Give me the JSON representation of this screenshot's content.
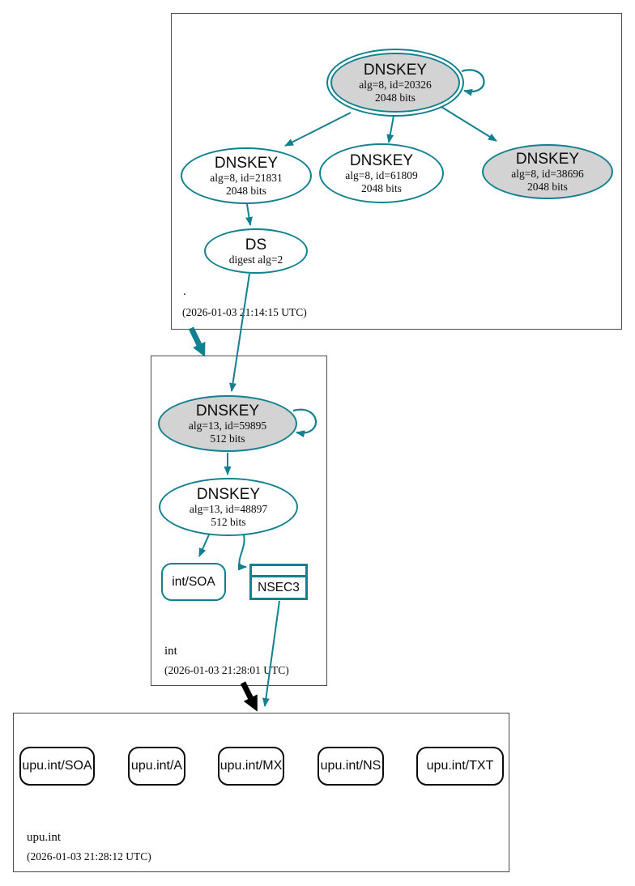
{
  "diagram_type": "dnssec-authentication-chain",
  "colors": {
    "edge_teal": "#11808f",
    "node_fill_gray": "#d3d3d3",
    "node_fill_white": "#ffffff",
    "delegation_black": "#000000",
    "box_border": "#4a4a4a"
  },
  "zones": {
    "root": {
      "label": ".",
      "timestamp": "(2026-01-03 21:14:15 UTC)",
      "ksk": {
        "title": "DNSKEY",
        "line1": "alg=8, id=20326",
        "line2": "2048 bits"
      },
      "zsk1": {
        "title": "DNSKEY",
        "line1": "alg=8, id=21831",
        "line2": "2048 bits"
      },
      "zsk2": {
        "title": "DNSKEY",
        "line1": "alg=8, id=61809",
        "line2": "2048 bits"
      },
      "zsk3": {
        "title": "DNSKEY",
        "line1": "alg=8, id=38696",
        "line2": "2048 bits"
      },
      "ds": {
        "title": "DS",
        "line1": "digest alg=2"
      }
    },
    "int": {
      "label": "int",
      "timestamp": "(2026-01-03 21:28:01 UTC)",
      "ksk": {
        "title": "DNSKEY",
        "line1": "alg=13, id=59895",
        "line2": "512 bits"
      },
      "zsk": {
        "title": "DNSKEY",
        "line1": "alg=13, id=48897",
        "line2": "512 bits"
      },
      "soa": {
        "label": "int/SOA"
      },
      "nsec3": {
        "label": "NSEC3"
      }
    },
    "upu": {
      "label": "upu.int",
      "timestamp": "(2026-01-03 21:28:12 UTC)",
      "rrsets": [
        "upu.int/SOA",
        "upu.int/A",
        "upu.int/MX",
        "upu.int/NS",
        "upu.int/TXT"
      ]
    }
  }
}
